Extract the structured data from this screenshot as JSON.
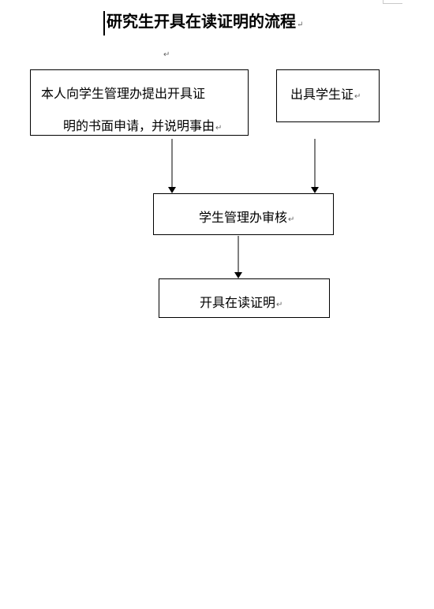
{
  "title": "研究生开具在读证明的流程",
  "paragraph_mark": "↵",
  "nodes": {
    "request": {
      "line1": "本人向学生管理办提出开具证",
      "line2": "明的书面申请，并说明事由"
    },
    "student_card": {
      "line1": "出具学生证"
    },
    "review": {
      "line1": "学生管理办审核"
    },
    "issue": {
      "line1": "开具在读证明"
    }
  },
  "edges": [
    {
      "from": "request",
      "to": "review"
    },
    {
      "from": "student_card",
      "to": "review"
    },
    {
      "from": "review",
      "to": "issue"
    }
  ]
}
